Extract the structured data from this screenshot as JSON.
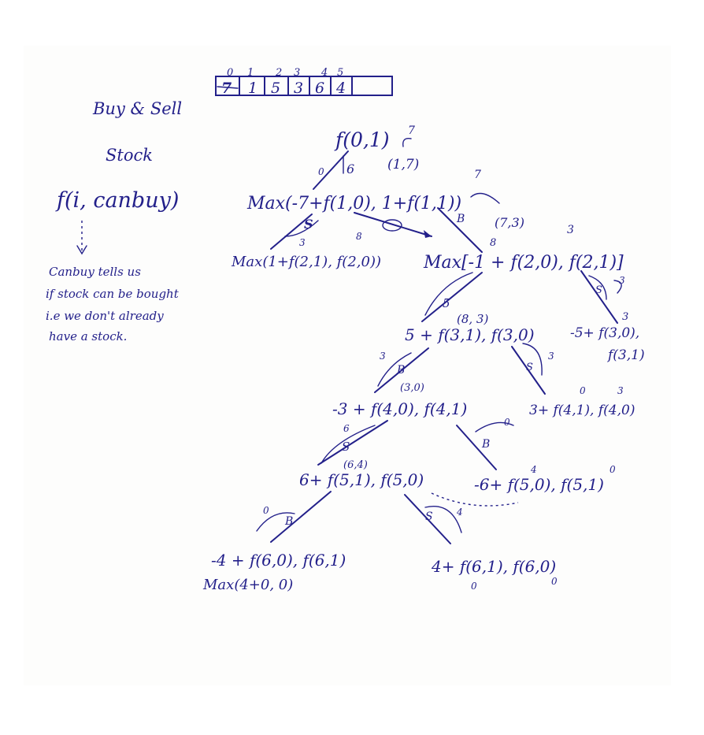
{
  "array_indices": [
    "0",
    "1",
    "2",
    "3",
    "4",
    "5"
  ],
  "array_values": [
    "7",
    "1",
    "5",
    "3",
    "6",
    "4"
  ],
  "notes": {
    "title_line1": "Buy & Sell",
    "title_line2": "Stock",
    "signature": "f(i, canbuy)",
    "explanation": [
      "Canbuy tells us",
      "if stock can be bought",
      "i.e we don't already",
      "have a stock."
    ]
  },
  "nodes": {
    "root": "f(0,1)",
    "root_ret": "7",
    "root_pair": "(1,7)",
    "l1": "Max(-7+f(1,0), 1+f(1,1))",
    "l1_tag": "(7,3)",
    "l1_right_ret": "7",
    "l2_left": "Max(1+f(2,1), f(2,0))",
    "l2_left_val_a": "3",
    "l2_left_val_b": "8",
    "l2_right": "Max[-1 + f(2,0), f(2,1)]",
    "l2_right_val": "3",
    "l2_right_top": "8",
    "l3_left": "5 + f(3,1), f(3,0)",
    "l3_left_pair": "(8, 3)",
    "l3_right": "-5+ f(3,0),",
    "l3_right_b": "f(3,1)",
    "l3_right_val": "3",
    "l4_left": "-3 + f(4,0), f(4,1)",
    "l4_left_pair": "(3,0)",
    "l4_right": "3+ f(4,1), f(4,0)",
    "l4_right_val_a": "0",
    "l4_right_val_b": "3",
    "l5_left": "6+ f(5,1), f(5,0)",
    "l5_left_pair": "(6,4)",
    "l5_right": "-6+ f(5,0), f(5,1)",
    "l5_right_val_a": "4",
    "l5_right_val_b": "0",
    "l6_left": "-4 + f(6,0), f(6,1)",
    "l6_left_max": "Max(4+0, 0)",
    "l6_right": "4+ f(6,1), f(6,0)",
    "l6_right_val_a": "0",
    "l6_right_val_b": "0"
  },
  "edge_labels": {
    "b": "B",
    "s": "S",
    "zero": "0",
    "three": "3",
    "five": "5",
    "six": "6",
    "four": "4",
    "seven": "7"
  }
}
